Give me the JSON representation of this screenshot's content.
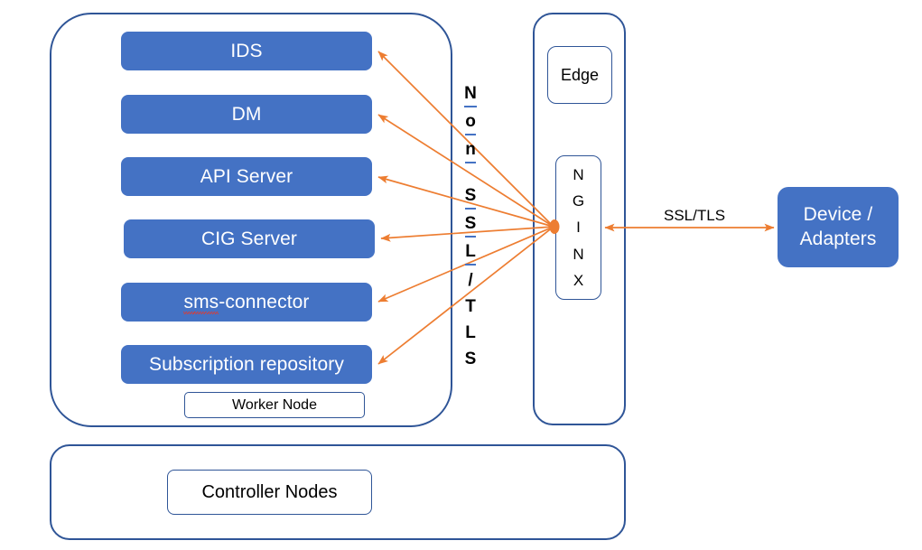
{
  "diagram": {
    "title": "Worker Node / Edge NGINX architecture",
    "colors": {
      "service_fill": "#4472C4",
      "outline": "#2F5597",
      "arrow": "#ED7D31",
      "spellcheck_underline": "#E03A2F",
      "hyperlink_underline": "#4472C4"
    }
  },
  "worker_node": {
    "container_label": "Worker Node",
    "services": [
      {
        "id": "ids",
        "label": "IDS"
      },
      {
        "id": "dm",
        "label": "DM"
      },
      {
        "id": "api-server",
        "label": "API Server"
      },
      {
        "id": "cig-server",
        "label": "CIG Server"
      },
      {
        "id": "sms-connector",
        "label_part1": "sms",
        "label_part2": "-connector",
        "label": "sms-connector"
      },
      {
        "id": "subscription-repository",
        "label": "Subscription repository"
      }
    ]
  },
  "controller": {
    "label": "Controller Nodes"
  },
  "edge": {
    "container_label": "Edge",
    "nginx": {
      "label": "NGINX",
      "letters": [
        "N",
        "G",
        "I",
        "N",
        "X"
      ]
    }
  },
  "device": {
    "line1": "Device /",
    "line2": "Adapters"
  },
  "connections": {
    "non_ssl": {
      "label": "Non SSL/TLS",
      "chars": [
        {
          "c": "N",
          "underline": true
        },
        {
          "c": "o",
          "underline": true
        },
        {
          "c": "n",
          "underline": true
        },
        {
          "c": "",
          "underline": false,
          "gap": true
        },
        {
          "c": "S",
          "underline": true
        },
        {
          "c": "S",
          "underline": true
        },
        {
          "c": "L",
          "underline": true
        },
        {
          "c": "/",
          "underline": false
        },
        {
          "c": "T",
          "underline": false
        },
        {
          "c": "L",
          "underline": false
        },
        {
          "c": "S",
          "underline": false
        }
      ]
    },
    "ssl_tls": {
      "label": "SSL/TLS"
    }
  }
}
